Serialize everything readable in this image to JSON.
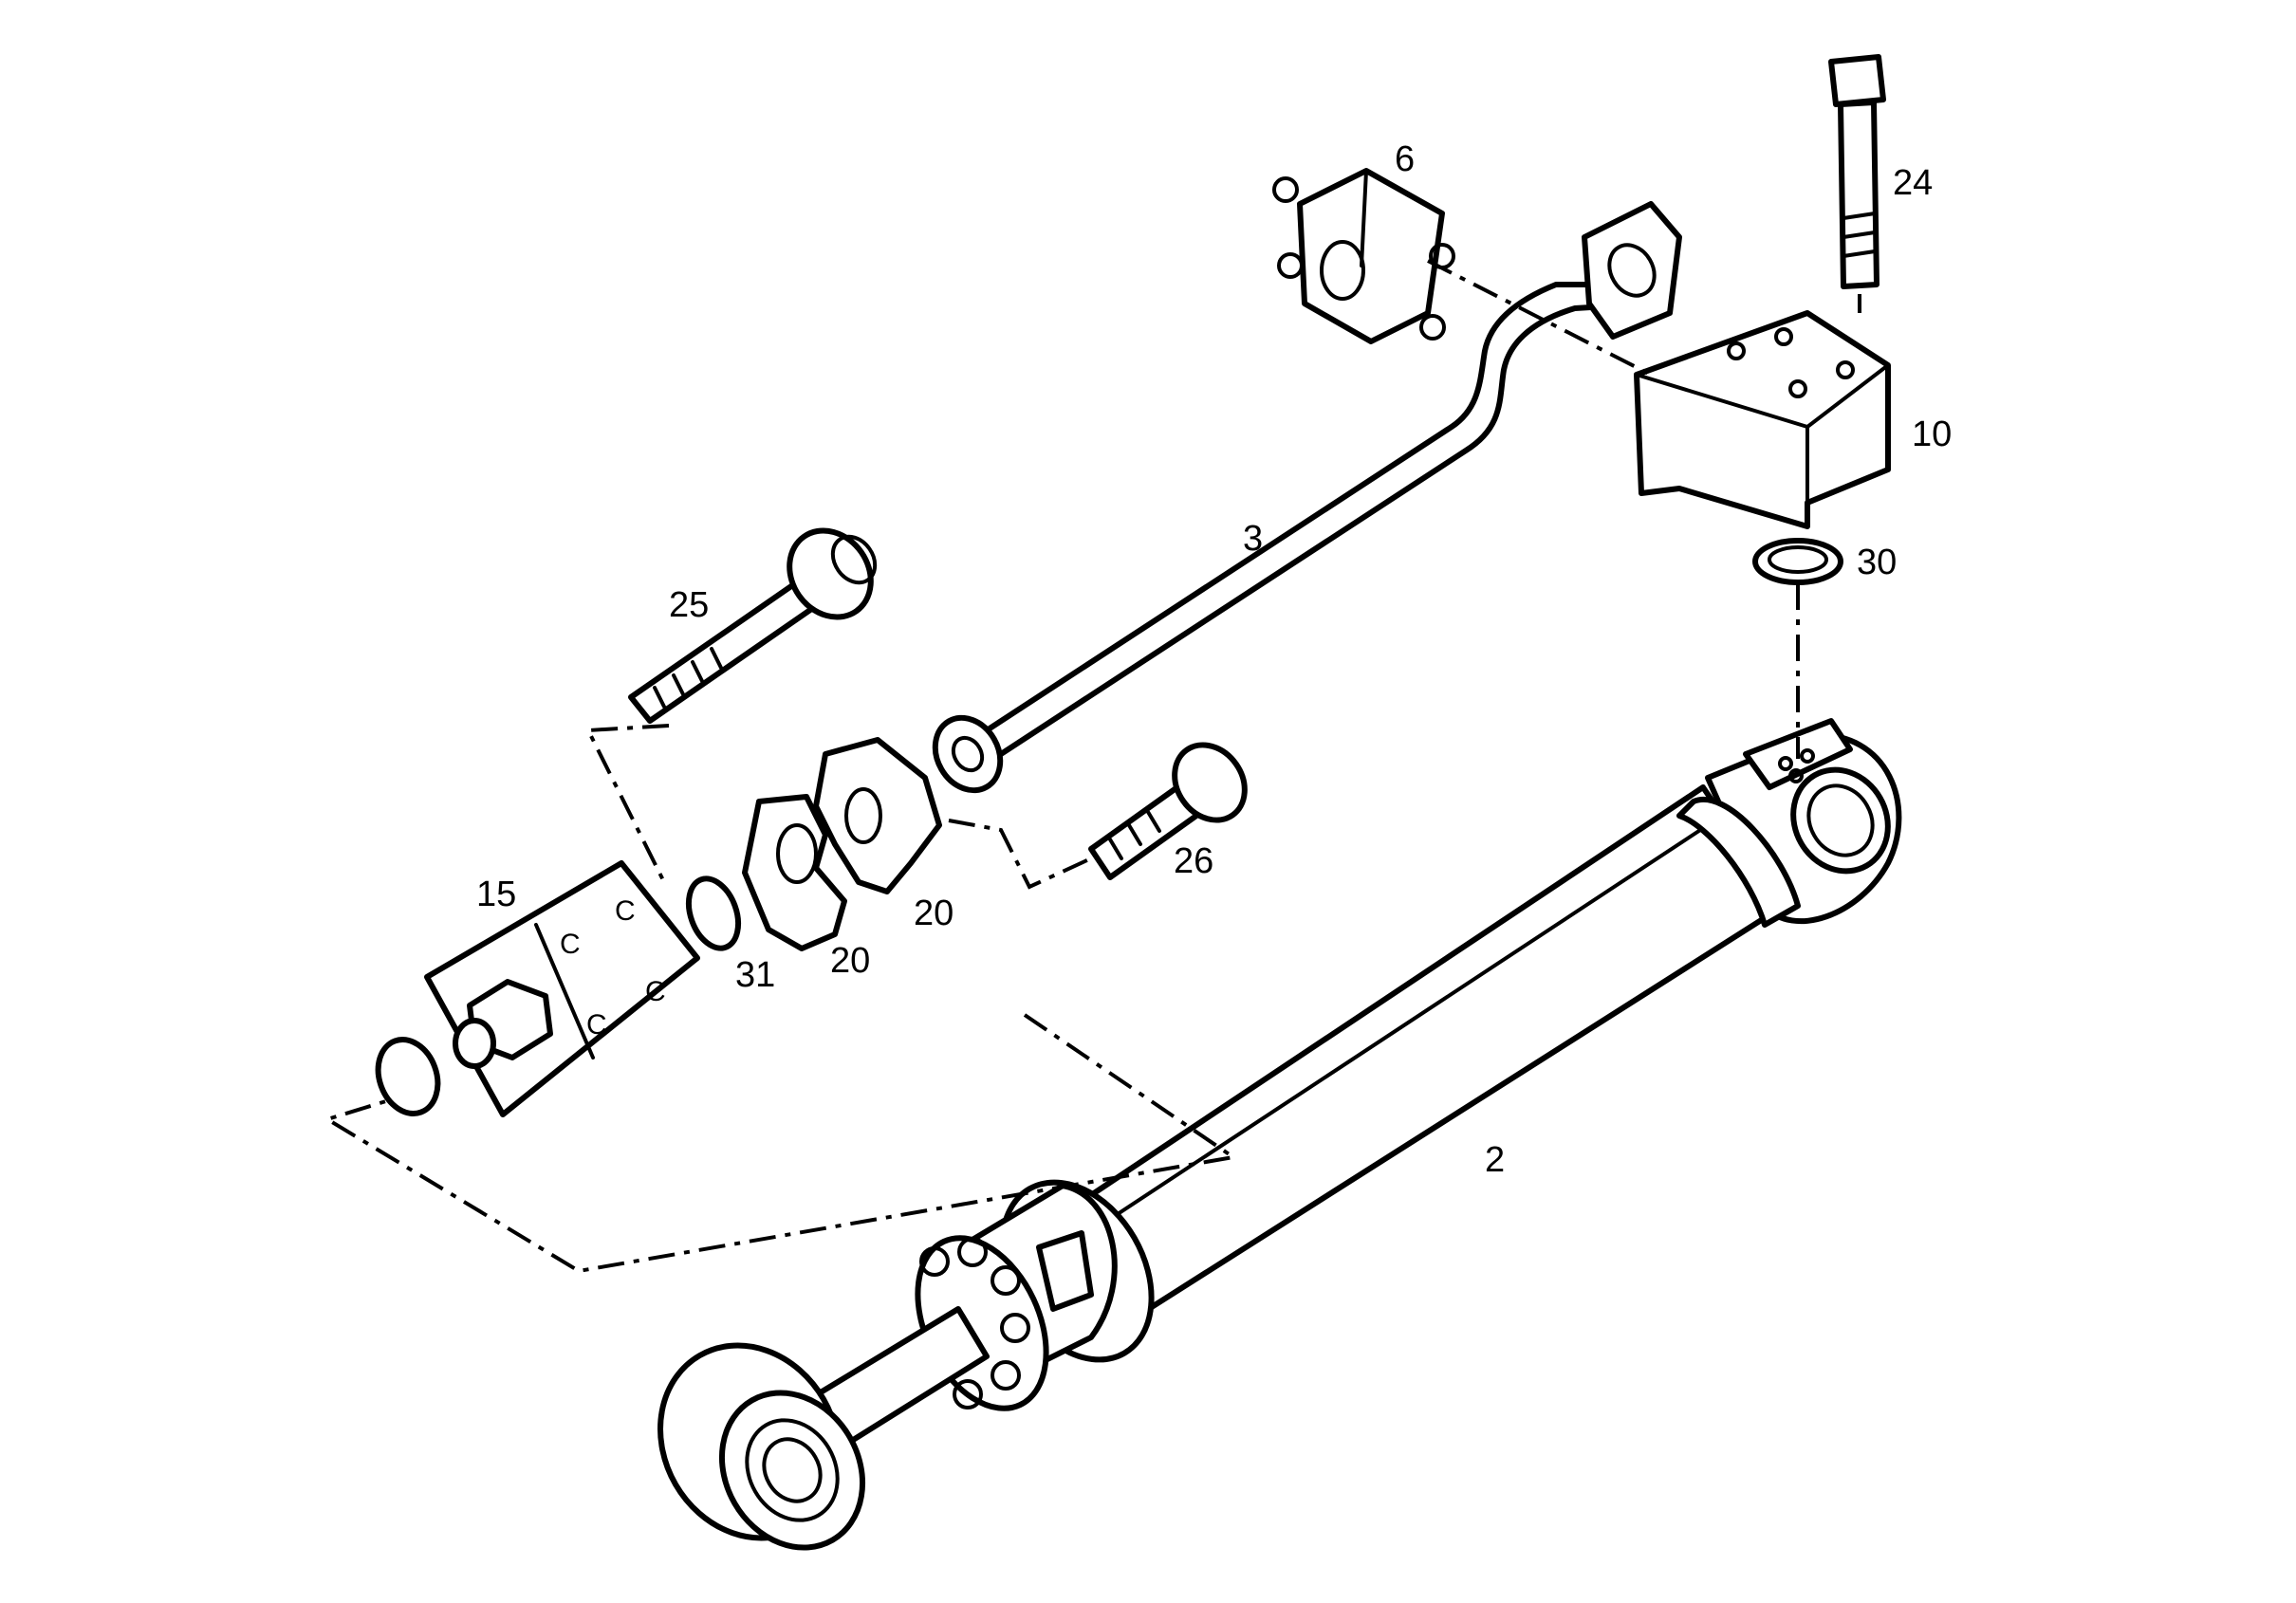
{
  "callouts": {
    "c2": "2",
    "c3": "3",
    "c6": "6",
    "c10": "10",
    "c15": "15",
    "c20a": "20",
    "c20b": "20",
    "c24": "24",
    "c25": "25",
    "c26": "26",
    "c30": "30",
    "c31": "31"
  }
}
